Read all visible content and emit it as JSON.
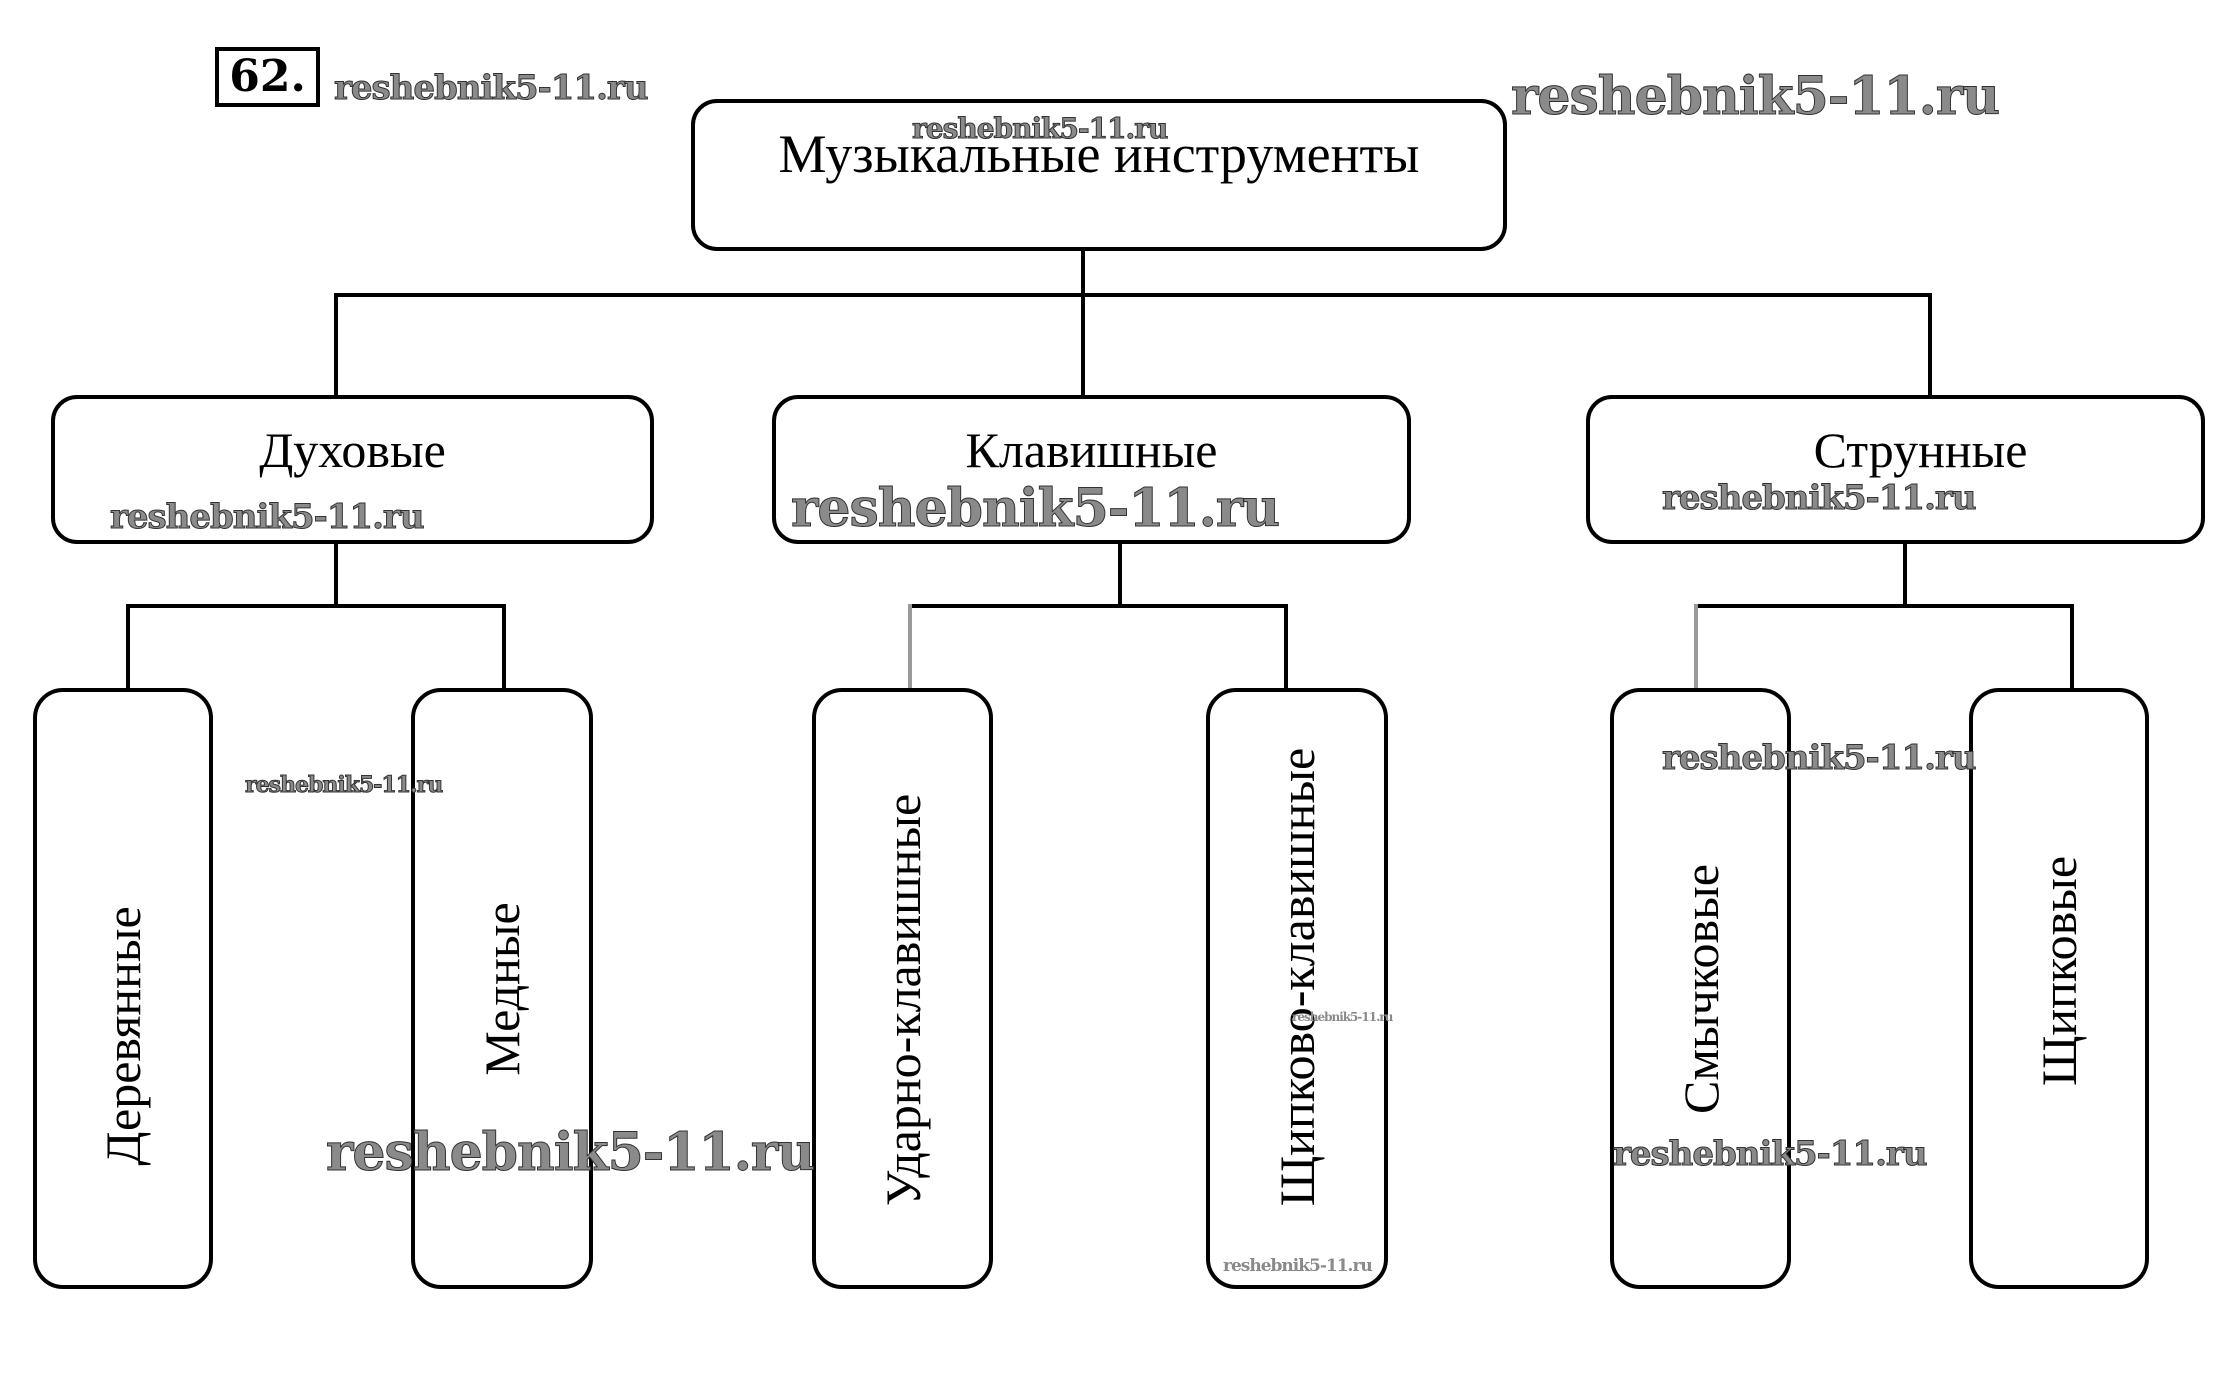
{
  "exercise_number": "62.",
  "watermark_text": "reshebnik5-11.ru",
  "root": {
    "label": "Музыкальные инструменты"
  },
  "categories": [
    {
      "label": "Духовые",
      "children": [
        {
          "label": "Деревянные"
        },
        {
          "label": "Медные"
        }
      ]
    },
    {
      "label": "Клавишные",
      "children": [
        {
          "label": "Ударно-клавишные"
        },
        {
          "label": "Щипково-клавишные"
        }
      ]
    },
    {
      "label": "Струнные",
      "children": [
        {
          "label": "Смычковые"
        },
        {
          "label": "Щипковые"
        }
      ]
    }
  ],
  "colors": {
    "line": "#000000",
    "background": "#ffffff",
    "watermark": "#8a8a8a"
  }
}
